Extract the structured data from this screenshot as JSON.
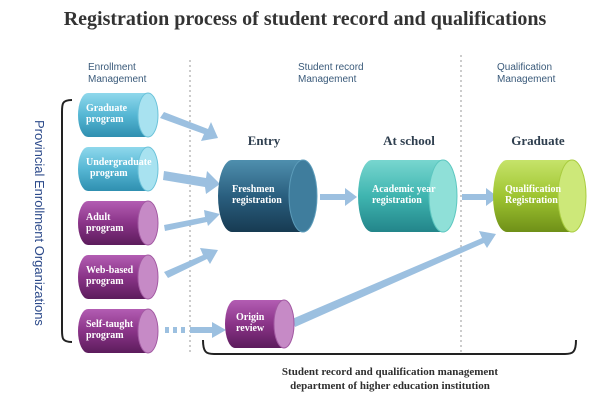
{
  "title": "Registration process of student record and qualifications",
  "sections": {
    "enrollment": [
      "Enrollment",
      "Management"
    ],
    "student_record": [
      "Student record",
      "Management"
    ],
    "qualification": [
      "Qualification",
      "Management"
    ]
  },
  "side_label": "Provincial Enrollment Organizations",
  "sources": [
    {
      "lines": [
        "Graduate",
        "program"
      ],
      "color": "#5bbcd8"
    },
    {
      "lines": [
        "Undergraduate",
        "program"
      ],
      "color": "#5bbcd8"
    },
    {
      "lines": [
        "Adult",
        "program"
      ],
      "color": "#8e3a8e"
    },
    {
      "lines": [
        "Web-based",
        "program"
      ],
      "color": "#8e3a8e"
    },
    {
      "lines": [
        "Self-taught",
        "program"
      ],
      "color": "#8e3a8e"
    }
  ],
  "stages": {
    "entry": {
      "header": "Entry",
      "lines": [
        "Freshmen",
        "registration"
      ],
      "color": "#2a5f7f"
    },
    "at_school": {
      "header": "At school",
      "lines": [
        "Academic year",
        "registration"
      ],
      "color": "#3fb5b0"
    },
    "graduate": {
      "header": "Graduate",
      "lines": [
        "Qualification",
        "Registration"
      ],
      "color": "#9fc531"
    }
  },
  "origin": {
    "lines": [
      "Origin",
      "review"
    ],
    "color": "#8e3a8e"
  },
  "bottom_text": [
    "Student record and qualification management",
    "department of higher  education institution"
  ]
}
